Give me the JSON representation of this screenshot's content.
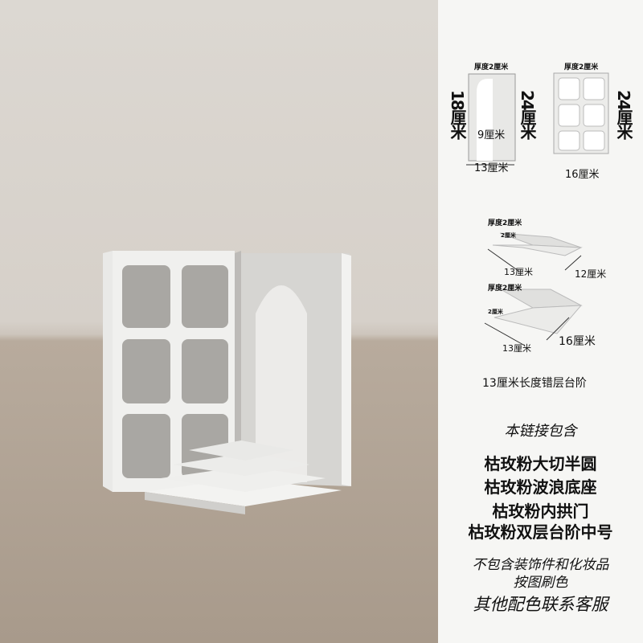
{
  "diagram_arch": {
    "thickness": "厚度2厘米",
    "height_inner": "18厘米",
    "height": "24厘米",
    "width_inner": "9厘米",
    "width": "13厘米"
  },
  "diagram_window": {
    "thickness": "厚度2厘米",
    "height": "24厘米",
    "width": "16厘米"
  },
  "diagram_step_small": {
    "thickness": "厚度2厘米",
    "step": "2厘米",
    "length": "13厘米",
    "depth": "12厘米"
  },
  "diagram_step_large": {
    "thickness": "厚度2厘米",
    "step": "2厘米",
    "length": "13厘米",
    "depth": "16厘米"
  },
  "steps_caption": "13厘米长度错层台阶",
  "includes_title": "本链接包含",
  "includes": [
    "枯玫粉大切半圆",
    "枯玫粉波浪底座",
    "枯玫粉内拱门",
    "枯玫粉双层台阶中号"
  ],
  "notes": [
    "不包含装饰件和化妆品",
    "按图刷色",
    "其他配色联系客服"
  ]
}
